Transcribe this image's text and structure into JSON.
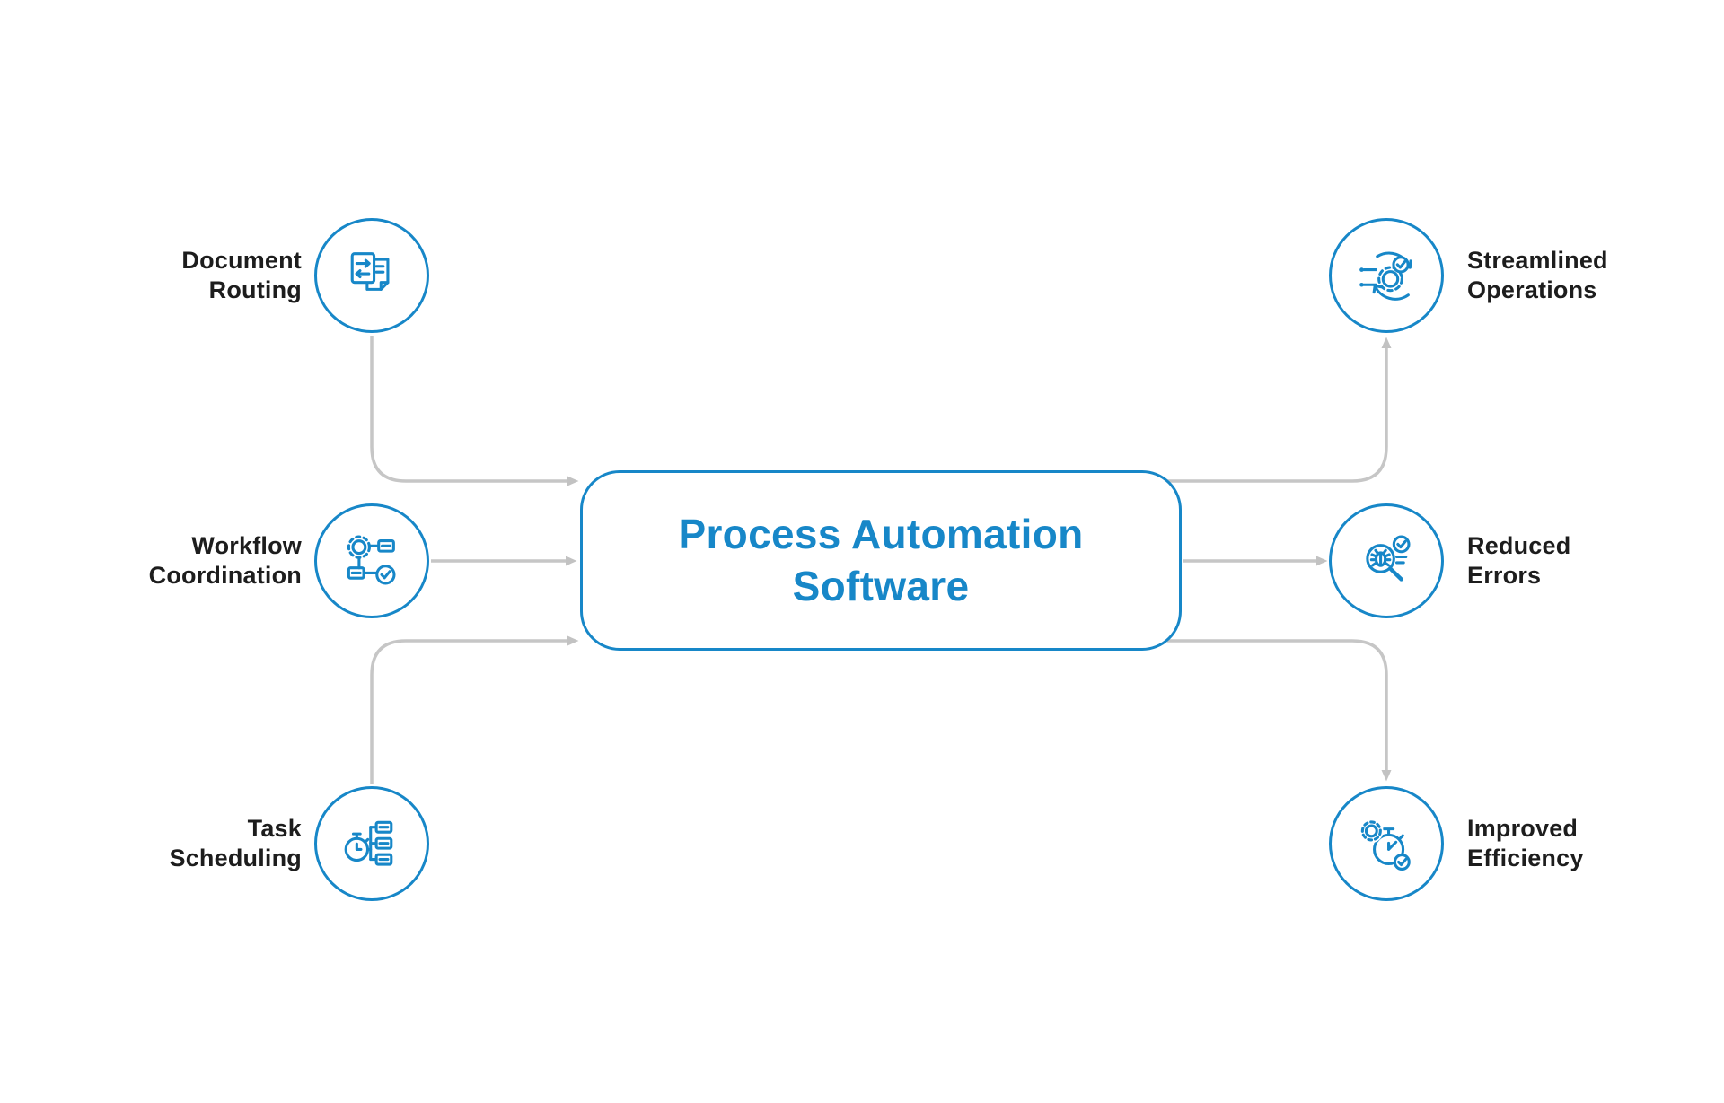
{
  "diagram": {
    "title": "Process Automation Software",
    "colors": {
      "accent_blue": "#1787c8",
      "connector_gray": "#c6c6c6",
      "label_text": "#1d1d1d",
      "background": "#ffffff"
    },
    "left_nodes": [
      {
        "label": "Document Routing",
        "icon": "document-routing-icon"
      },
      {
        "label": "Workflow Coordination",
        "icon": "workflow-coordination-icon"
      },
      {
        "label": "Task Scheduling",
        "icon": "task-scheduling-icon"
      }
    ],
    "right_nodes": [
      {
        "label": "Streamlined Operations",
        "icon": "streamlined-operations-icon"
      },
      {
        "label": "Reduced Errors",
        "icon": "reduced-errors-icon"
      },
      {
        "label": "Improved Efficiency",
        "icon": "improved-efficiency-icon"
      }
    ]
  }
}
